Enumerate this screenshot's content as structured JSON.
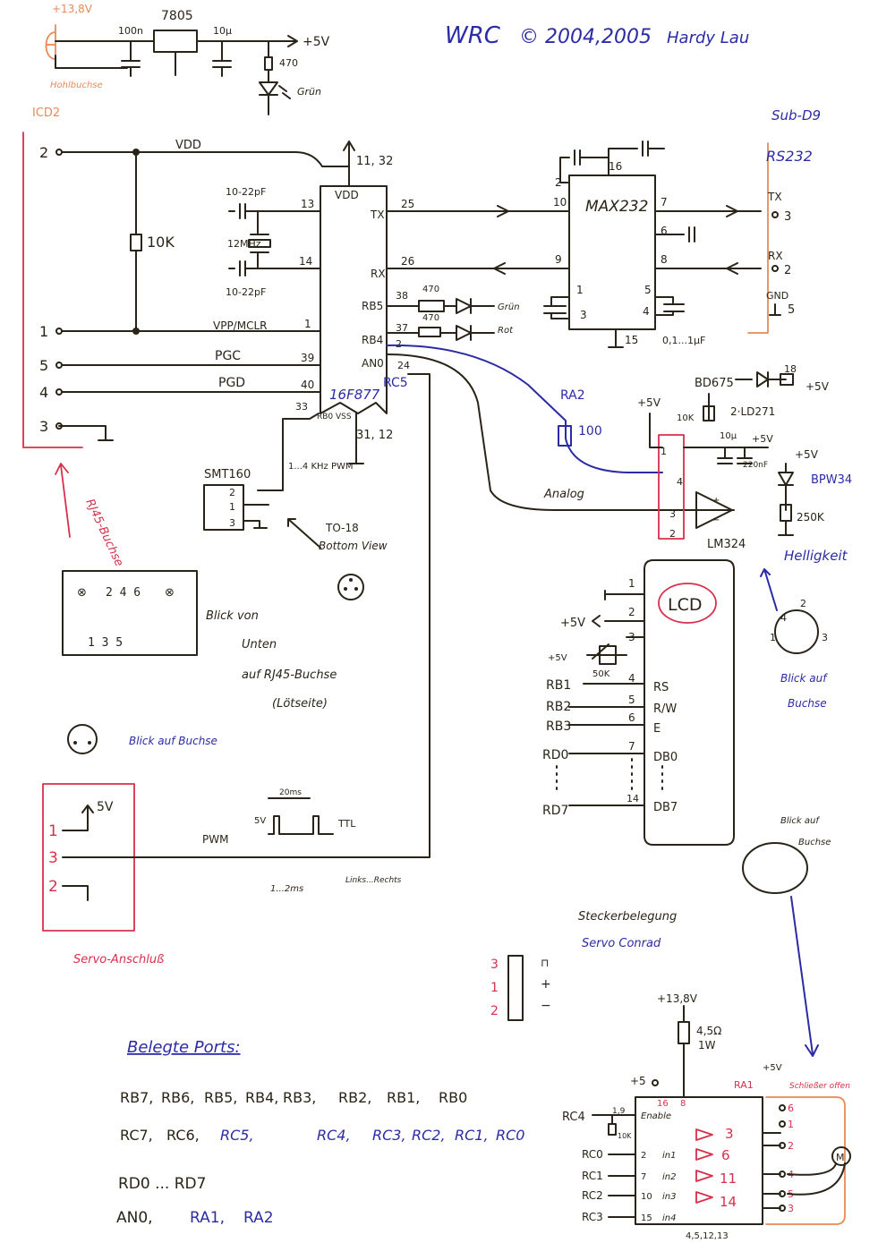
{
  "header": {
    "title": "WRC",
    "copyright": "© 2004,2005",
    "author": "Hardy Lau"
  },
  "power_supply": {
    "input_voltage": "+13,8V",
    "jack_label": "Hohlbuchse",
    "cap1": "100n",
    "regulator": "7805",
    "cap2": "10µ",
    "output": "+5V",
    "resistor": "470",
    "led": "Grün"
  },
  "icd2": {
    "title": "ICD2",
    "pins": [
      "2",
      "1",
      "5",
      "4",
      "3"
    ],
    "connector_note": "RJ45-Buchse",
    "vdd_label": "VDD"
  },
  "pic": {
    "part": "16F877",
    "vdd": "VDD",
    "vdd_pins": "11, 32",
    "vss": "RB0 VSS",
    "vss_pins": "31, 12",
    "pin_labels": [
      "TX",
      "RX",
      "RB5",
      "RB4",
      "AN0",
      "RC5"
    ],
    "pin_numbers": [
      "25",
      "26",
      "38",
      "37",
      "2",
      "24",
      "13",
      "14",
      "1",
      "39",
      "40",
      "33"
    ],
    "mclr": "VPP/MCLR",
    "pgc": "PGC",
    "pgd": "PGD",
    "xtal": "12MHz",
    "xtal_caps": "10-22pF",
    "xtal_caps2": "10-22pF",
    "resistor_10k": "10K"
  },
  "leds": {
    "r1": "470",
    "r2": "470",
    "led1": "Grün",
    "led2": "Rot"
  },
  "max232": {
    "part": "MAX232",
    "pins": [
      "10",
      "7",
      "6",
      "9",
      "8",
      "1",
      "5",
      "3",
      "4",
      "2",
      "16",
      "15"
    ],
    "caps": "0,1...1µF",
    "sub_d": "Sub-D9",
    "rs232": "RS232",
    "tx": "TX",
    "tx_pin": "3",
    "rx": "RX",
    "rx_pin": "2",
    "gnd": "GND",
    "gnd_pin": "5"
  },
  "smt160": {
    "part": "SMT160",
    "pins": [
      "2",
      "1",
      "3"
    ],
    "note": "1...4 KHz PWM",
    "package": "TO-18",
    "view": "Bottom View"
  },
  "rj45_view": {
    "pins_top": "2 4 6",
    "pins_bottom": "1 3 5",
    "caption": [
      "Blick von",
      "Unten",
      "auf RJ45-Buchse",
      "(Lötseite)"
    ]
  },
  "servo": {
    "view": "Blick auf Buchse",
    "pins": [
      "1",
      "3",
      "2"
    ],
    "v": "5V",
    "title": "Servo-Anschluß",
    "pwm": "PWM",
    "period": "20ms",
    "hi": "5V",
    "ttl": "TTL",
    "pulse": "1...2ms",
    "direction": "Links...Rechts",
    "conrad_title": "Steckerbelegung",
    "conrad_sub": "Servo Conrad",
    "conrad_pins": [
      "3",
      "1",
      "2"
    ],
    "conrad_signals": [
      "⊓",
      "+",
      "−"
    ]
  },
  "analog": {
    "ra2": "RA2",
    "r100": "100",
    "analog_label": "Analog",
    "opamp": "LM324",
    "bd675": "BD675",
    "led_ir": "2·LD271",
    "r10k": "10K",
    "c10u": "10µ",
    "c220n": "220nF",
    "photodiode": "BPW34",
    "r250k": "250K",
    "r18": "18",
    "supply": [
      "+5V",
      "+5V",
      "+5V",
      "+5V"
    ],
    "helligkeit": "Helligkeit",
    "view": [
      "Blick auf",
      "Buchse"
    ],
    "dip_pins": [
      "1",
      "2",
      "3",
      "4"
    ]
  },
  "lcd": {
    "title": "LCD",
    "pins": [
      "1",
      "2",
      "3",
      "4",
      "5",
      "6",
      "7",
      "14"
    ],
    "signals": [
      "RS",
      "R/W",
      "E",
      "DB0",
      "DB7"
    ],
    "ports": [
      "RB1",
      "RB2",
      "RB3",
      "RD0",
      "RD7"
    ],
    "supply": "+5V",
    "pot": "50K",
    "pot_supply": "+5V"
  },
  "driver": {
    "supply_v": "+13,8V",
    "r": "4,5Ω",
    "p": "1W",
    "plus5": "+5",
    "pin16": "16",
    "pin8": "8",
    "rc4": "RC4",
    "enable": "Enable",
    "enable_pin": "1,9",
    "r10k": "10K",
    "inputs": [
      "RC0",
      "RC1",
      "RC2",
      "RC3"
    ],
    "in_pins": [
      "2",
      "7",
      "10",
      "15"
    ],
    "in_names": [
      "in1",
      "in2",
      "in3",
      "in4"
    ],
    "out_pins": [
      "3",
      "6",
      "11",
      "14"
    ],
    "gnd_pins": "4,5,12,13",
    "ra1": "RA1",
    "ra1_supply": "+5V",
    "switch": "Schließer offen",
    "view": [
      "Blick auf",
      "Buchse"
    ],
    "din_pins": [
      "1",
      "2",
      "3",
      "4",
      "5",
      "6"
    ],
    "motor": "M"
  },
  "ports": {
    "title": "Belegte Ports:",
    "line1": [
      "RB7,",
      "RB6,",
      "RB5,",
      "RB4,",
      "RB3,",
      "RB2,",
      "RB1,",
      "RB0"
    ],
    "line2": [
      "RC7,",
      "RC6,",
      "RC5,",
      "RC4,",
      "RC3,",
      "RC2,",
      "RC1,",
      "RC0"
    ],
    "line3": "RD0 ... RD7",
    "line4": [
      "AN0,",
      "RA1,",
      "RA2"
    ]
  }
}
